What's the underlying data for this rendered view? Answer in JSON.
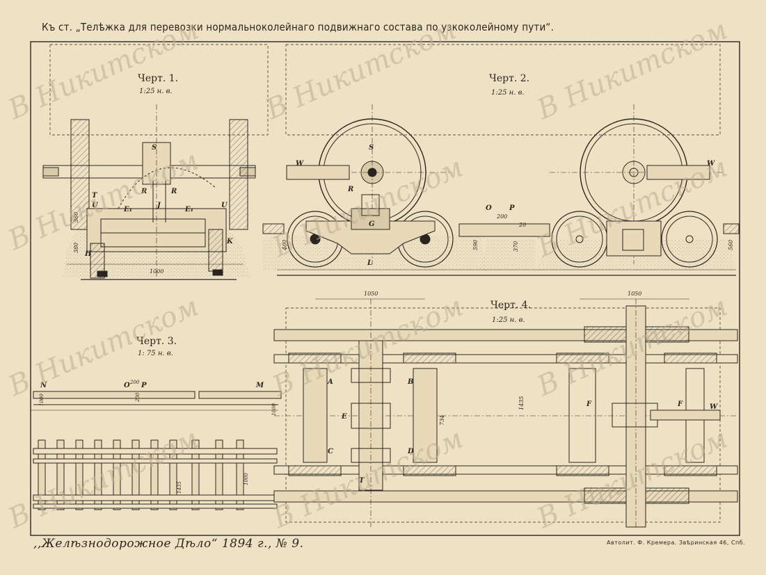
{
  "header": {
    "title": "Къ ст. „Телѣжка для перевозки нормальноколейнаго подвижнаго состава по узкоколейному пути“."
  },
  "drawings": [
    {
      "title": "Черт. 1.",
      "scale": "1:25 н. в."
    },
    {
      "title": "Черт. 2.",
      "scale": "1:25 н. в."
    },
    {
      "title": "Черт. 3.",
      "scale": "1: 75 н. в."
    },
    {
      "title": "Черт. 4.",
      "scale": "1:25 н. в."
    }
  ],
  "labels": {
    "fig1": [
      "S",
      "R",
      "R",
      "T",
      "U",
      "E₁",
      "J",
      "E₁",
      "U",
      "H",
      "K"
    ],
    "fig2": [
      "W",
      "S",
      "R",
      "G",
      "L",
      "O",
      "P",
      "W"
    ],
    "fig3": [
      "N",
      "O",
      "P",
      "M"
    ],
    "fig4": [
      "A",
      "B",
      "C",
      "D",
      "E",
      "T",
      "F",
      "F",
      "W"
    ]
  },
  "dimensions": {
    "fig1": [
      "1000",
      "380",
      "360"
    ],
    "fig2": [
      "400",
      "590",
      "370",
      "560",
      "1050",
      "1050",
      "200",
      "20"
    ],
    "fig3": [
      "1000",
      "1000",
      "1435",
      "1000",
      "200",
      "200"
    ],
    "fig4": [
      "1435",
      "734"
    ]
  },
  "watermark": "В Никитском",
  "footer": {
    "journal": ",,Желѣзнодорожное Дѣло“ 1894 г., № 9.",
    "printer": "Автолит. Ф. Кремера. Звѣринская 46, Спб."
  },
  "colors": {
    "paper": "#efe2c4",
    "ink": "#2a2520",
    "watermark": "#b8ab90"
  }
}
